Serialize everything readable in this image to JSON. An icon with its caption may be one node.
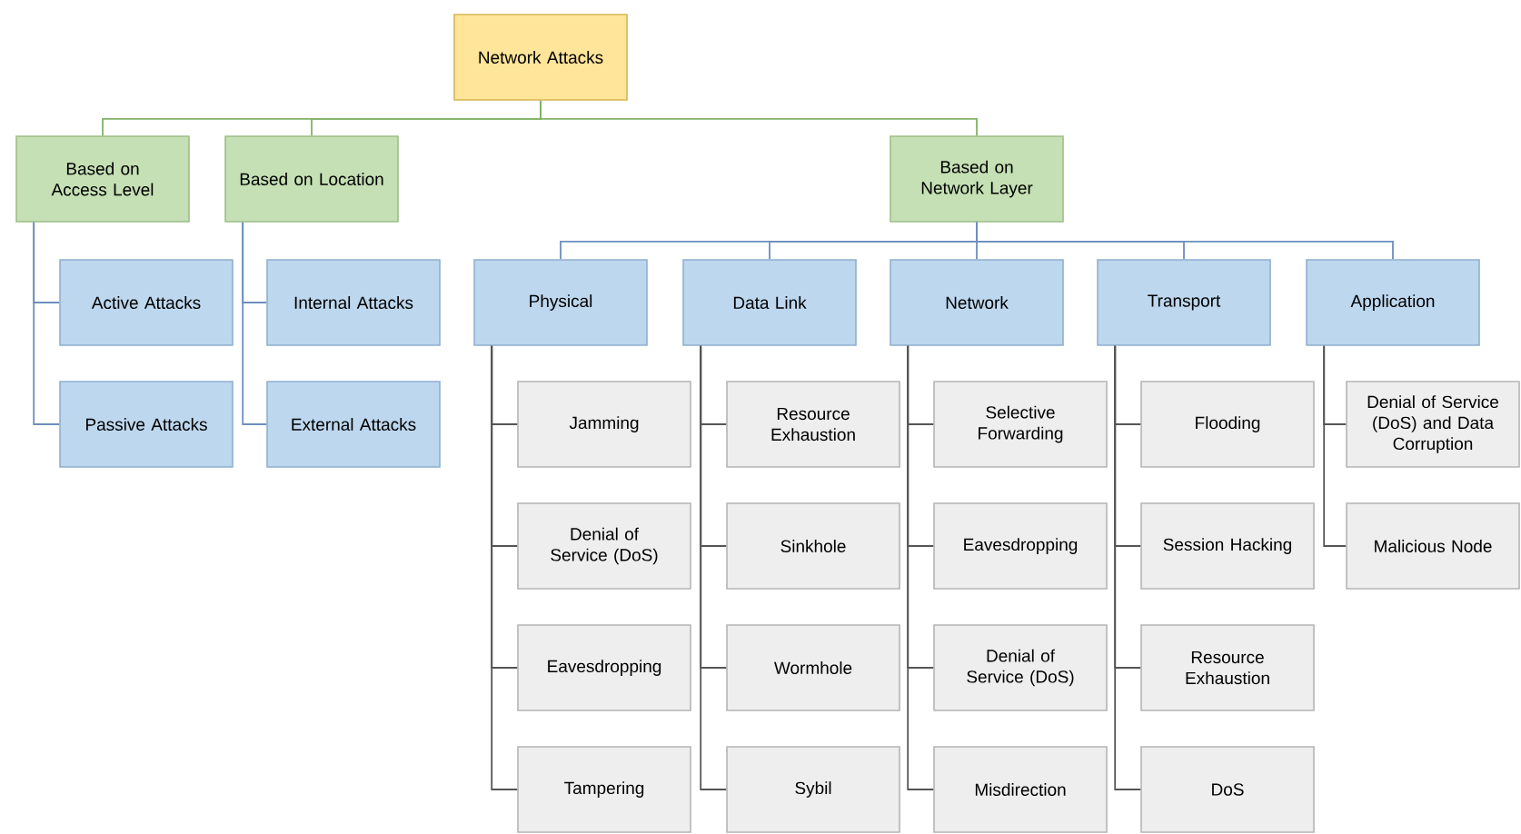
{
  "diagram": {
    "nodes": [
      {
        "text": [
          "Network Attacks"
        ]
      },
      {
        "text": [
          "Based on Access Level"
        ]
      },
      {
        "text": [
          "Based on Location"
        ]
      },
      {
        "text": [
          "Based on Network Layer"
        ]
      },
      {
        "text": [
          "Active Attacks"
        ]
      },
      {
        "text": [
          "Passive Attacks"
        ]
      },
      {
        "text": [
          "Internal Attacks"
        ]
      },
      {
        "text": [
          "External Attacks"
        ]
      },
      {
        "text": [
          "Physical"
        ]
      },
      {
        "text": [
          "Data Link"
        ]
      },
      {
        "text": [
          "Network"
        ]
      },
      {
        "text": [
          "Transport"
        ]
      },
      {
        "text": [
          "Application"
        ]
      },
      {
        "text": [
          "Jamming"
        ]
      },
      {
        "text": [
          "Denial of Service (DoS)"
        ]
      },
      {
        "text": [
          "Eavesdropping"
        ]
      },
      {
        "text": [
          "Tampering"
        ]
      },
      {
        "text": [
          "Resource Exhaustion"
        ]
      },
      {
        "text": [
          "Sinkhole"
        ]
      },
      {
        "text": [
          "Wormhole"
        ]
      },
      {
        "text": [
          "Sybil"
        ]
      },
      {
        "text": [
          "Selective Forwarding"
        ]
      },
      {
        "text": [
          "Eavesdropping"
        ]
      },
      {
        "text": [
          "Denial of Service (DoS)"
        ]
      },
      {
        "text": [
          "Misdirection"
        ]
      },
      {
        "text": [
          "Flooding"
        ]
      },
      {
        "text": [
          "Session Hacking"
        ]
      },
      {
        "text": [
          "Resource Exhaustion"
        ]
      },
      {
        "text": [
          "DoS"
        ]
      },
      {
        "text": [
          "Denial of Service (DoS) and Data Corruption"
        ]
      },
      {
        "text": [
          "Malicious Node"
        ]
      }
    ],
    "edges": [
      {
        "from": 0,
        "to": 1,
        "arrow": "none",
        "color": "#82b366"
      },
      {
        "from": 0,
        "to": 2,
        "arrow": "none",
        "color": "#82b366"
      },
      {
        "from": 0,
        "to": 3,
        "arrow": "none",
        "color": "#82b366"
      },
      {
        "from": 1,
        "to": 4,
        "arrow": "none",
        "color": "#6c8ebf"
      },
      {
        "from": 1,
        "to": 5,
        "arrow": "none",
        "color": "#6c8ebf"
      },
      {
        "from": 2,
        "to": 6,
        "arrow": "none",
        "color": "#6c8ebf"
      },
      {
        "from": 2,
        "to": 7,
        "arrow": "none",
        "color": "#6c8ebf"
      },
      {
        "from": 3,
        "to": 8,
        "arrow": "none",
        "color": "#6c8ebf"
      },
      {
        "from": 3,
        "to": 9,
        "arrow": "none",
        "color": "#6c8ebf"
      },
      {
        "from": 3,
        "to": 10,
        "arrow": "none",
        "color": "#6c8ebf"
      },
      {
        "from": 3,
        "to": 11,
        "arrow": "none",
        "color": "#6c8ebf"
      },
      {
        "from": 3,
        "to": 12,
        "arrow": "none",
        "color": "#6c8ebf"
      },
      {
        "from": 8,
        "to": 13,
        "arrow": "none"
      },
      {
        "from": 8,
        "to": 14,
        "arrow": "none"
      },
      {
        "from": 8,
        "to": 15,
        "arrow": "none"
      },
      {
        "from": 8,
        "to": 16,
        "arrow": "none"
      },
      {
        "from": 9,
        "to": 17,
        "arrow": "none"
      },
      {
        "from": 9,
        "to": 18,
        "arrow": "none"
      },
      {
        "from": 9,
        "to": 19,
        "arrow": "none"
      },
      {
        "from": 9,
        "to": 20,
        "arrow": "none"
      },
      {
        "from": 10,
        "to": 21,
        "arrow": "none"
      },
      {
        "from": 10,
        "to": 22,
        "arrow": "none"
      },
      {
        "from": 10,
        "to": 23,
        "arrow": "none"
      },
      {
        "from": 10,
        "to": 24,
        "arrow": "none"
      },
      {
        "from": 11,
        "to": 25,
        "arrow": "none"
      },
      {
        "from": 11,
        "to": 26,
        "arrow": "none"
      },
      {
        "from": 11,
        "to": 27,
        "arrow": "none"
      },
      {
        "from": 11,
        "to": 28,
        "arrow": "none"
      },
      {
        "from": 12,
        "to": 29,
        "arrow": "none"
      },
      {
        "from": 12,
        "to": 30,
        "arrow": "none"
      }
    ]
  }
}
